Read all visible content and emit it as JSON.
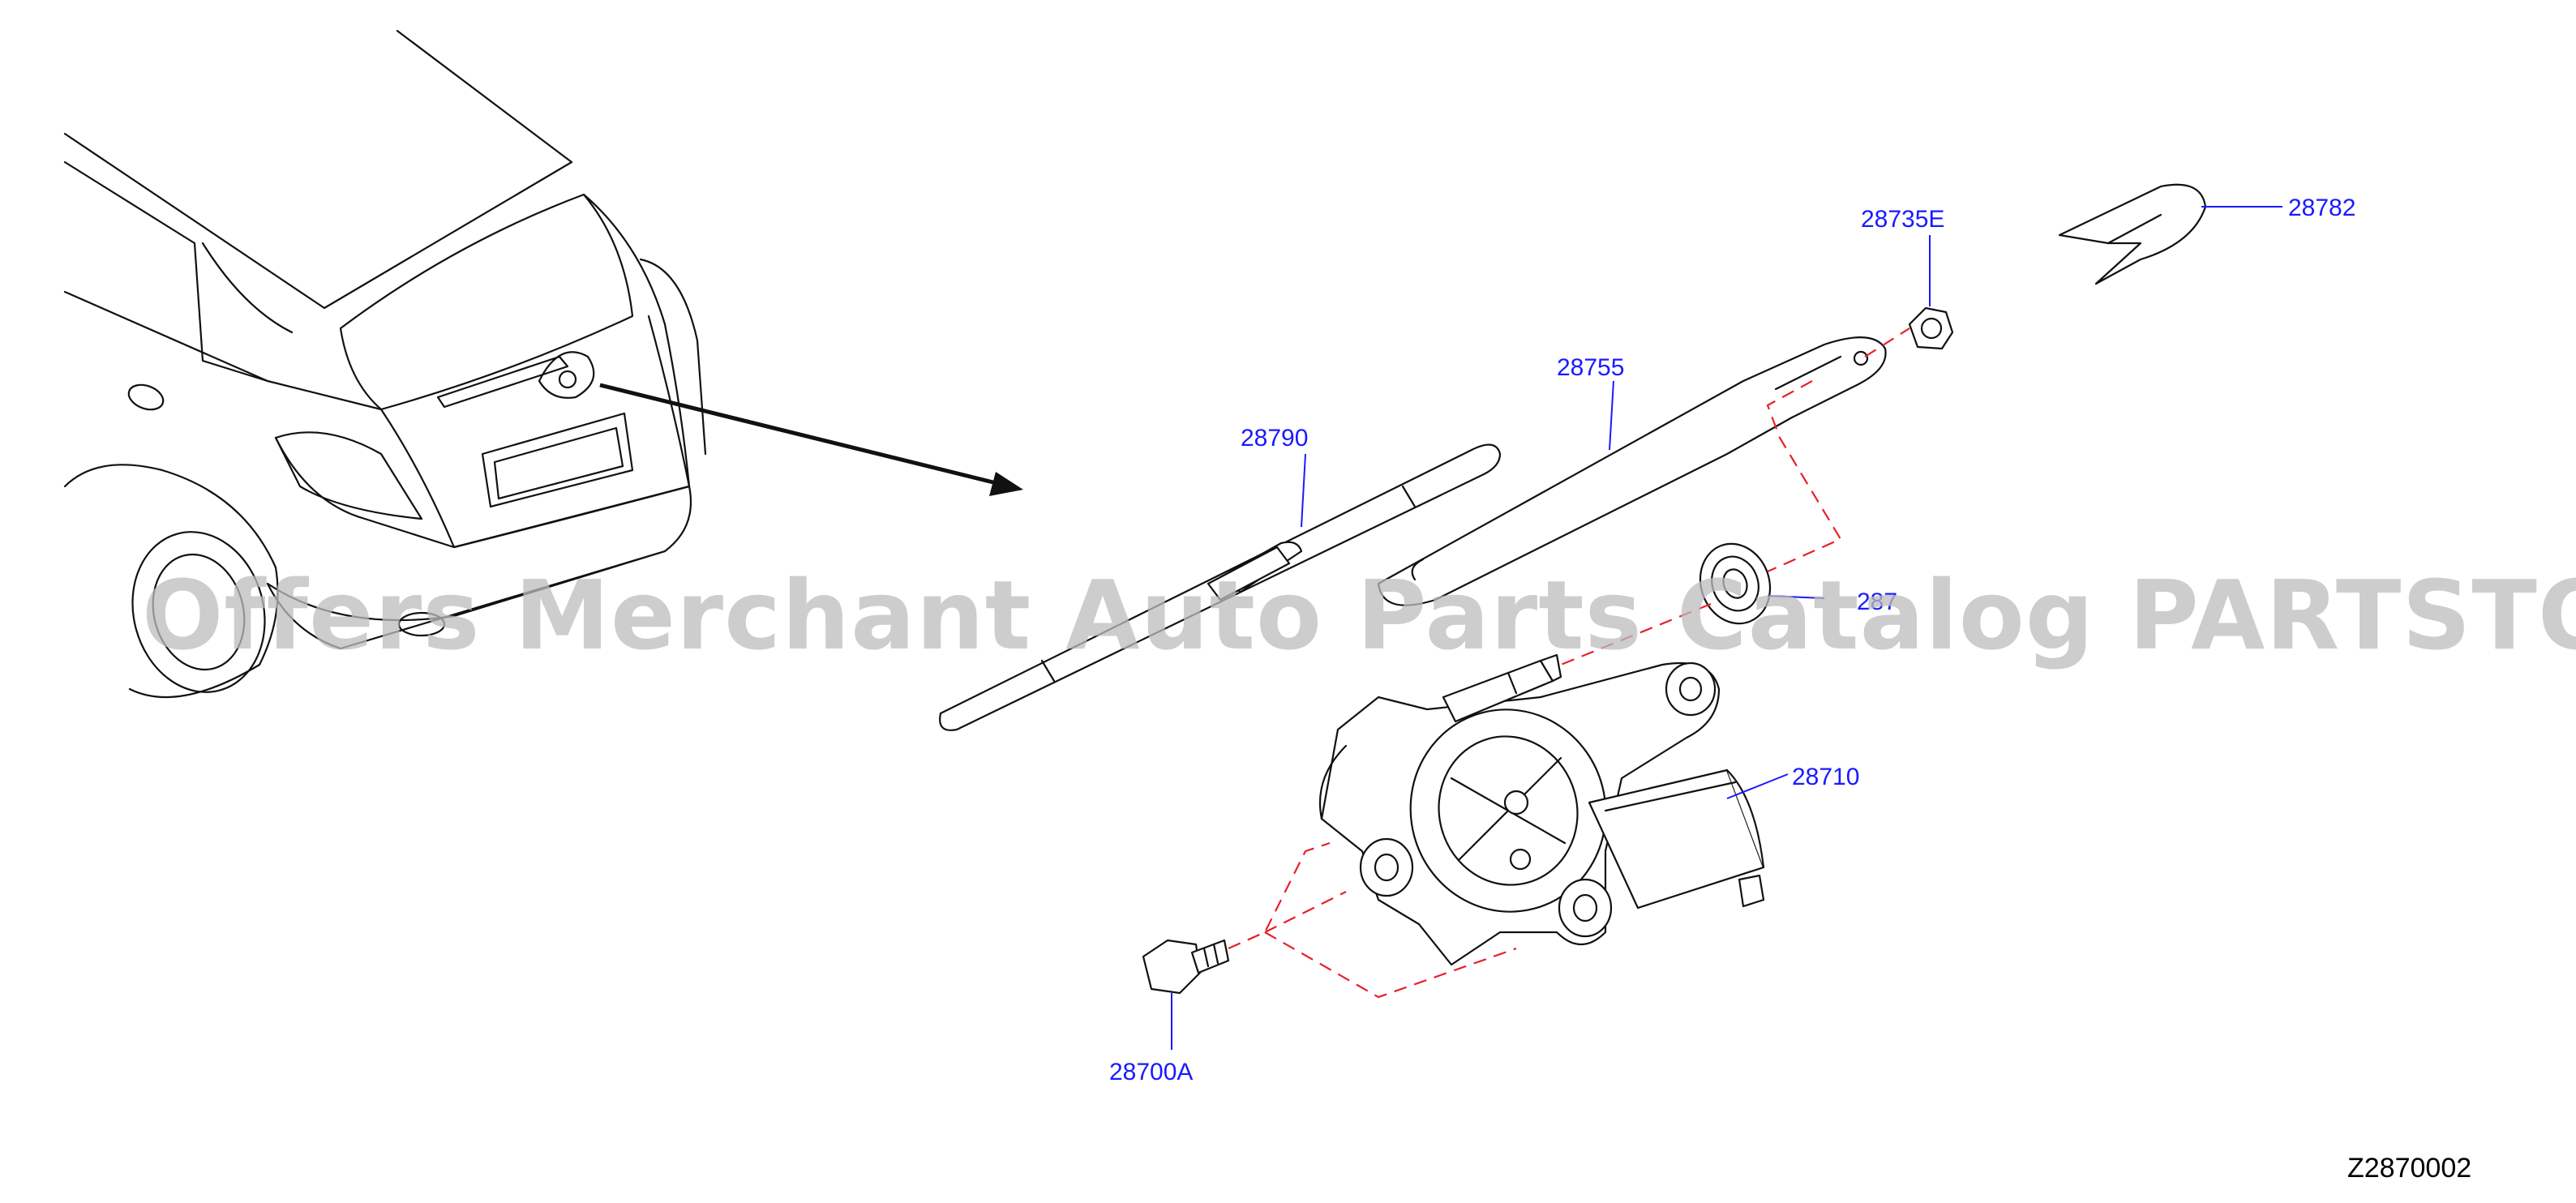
{
  "diagram": {
    "code": "Z2870002",
    "watermark": "Offers Merchant Auto Parts Catalog PARTSTORE.SA",
    "part_labels": {
      "p28782": "28782",
      "p28735E": "28735E",
      "p28755": "28755",
      "p28790": "28790",
      "p28715": "287",
      "p28710": "28710",
      "p28700A": "28700A"
    },
    "colors": {
      "label": "#1a1aff",
      "dashed_guide": "#e8202a",
      "watermark": "#bdbdbd"
    }
  }
}
